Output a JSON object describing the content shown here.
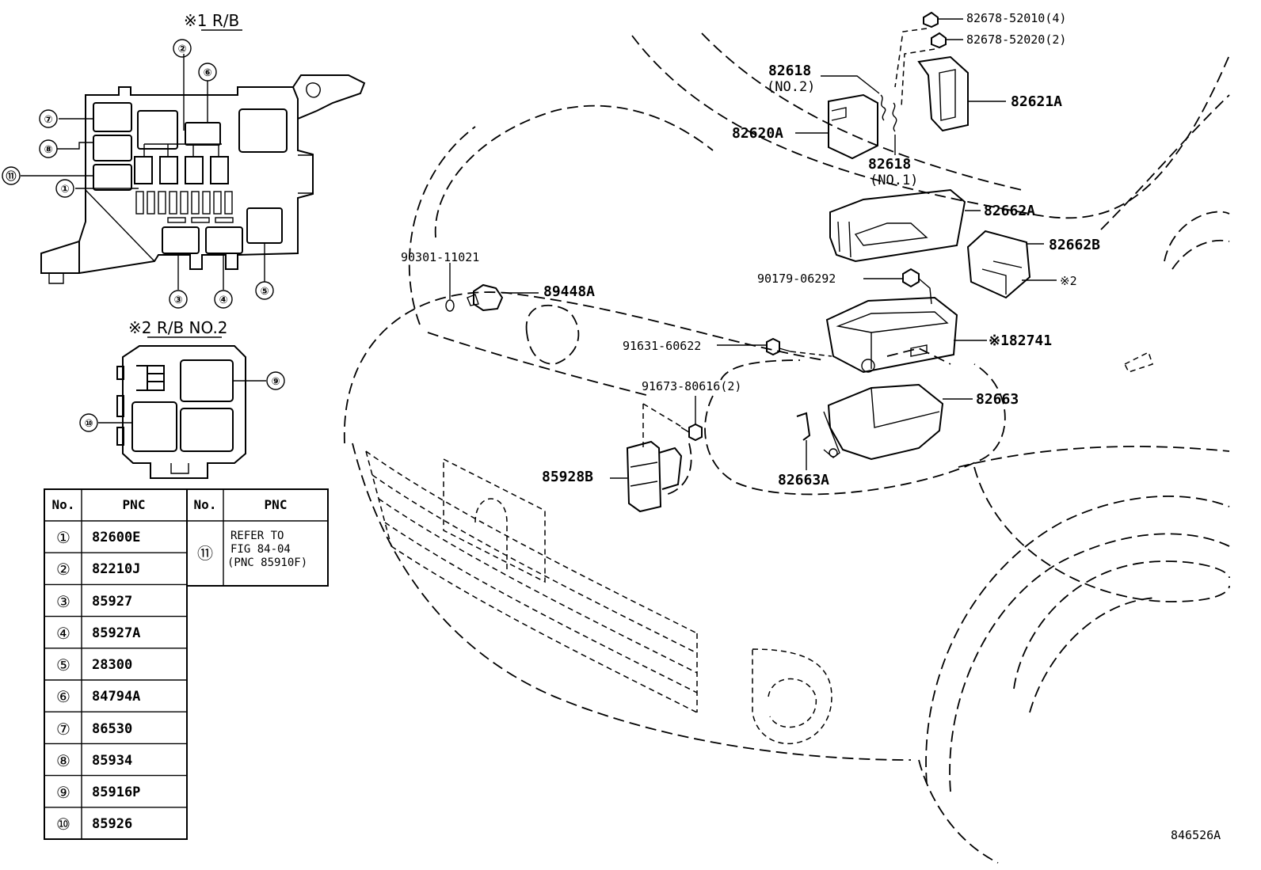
{
  "fig_code": "846526A",
  "headers": {
    "rb": "※1 R/B",
    "rb_no2": "※2 R/B NO.2"
  },
  "callouts": [
    "①",
    "②",
    "③",
    "④",
    "⑤",
    "⑥",
    "⑦",
    "⑧",
    "⑨",
    "⑩",
    "⑪"
  ],
  "parts": {
    "p1": "82678-52010(4)",
    "p2": "82678-52020(2)",
    "p3": "82618",
    "p3_sub": "(NO.2)",
    "p4": "82621A",
    "p5": "82620A",
    "p6": "82618",
    "p6_sub": "(NO.1)",
    "p7": "82662A",
    "p8": "82662B",
    "p9": "90301-11021",
    "p10": "89448A",
    "p11": "90179-06292",
    "p12": "※2",
    "p13": "91631-60622",
    "p14": "※182741",
    "p15": "91673-80616(2)",
    "p16": "82663",
    "p17": "85928B",
    "p18": "82663A"
  },
  "table": {
    "col_no": "No.",
    "col_pnc": "PNC",
    "rows": [
      {
        "no": "①",
        "pnc": "82600E"
      },
      {
        "no": "②",
        "pnc": "82210J"
      },
      {
        "no": "③",
        "pnc": "85927"
      },
      {
        "no": "④",
        "pnc": "85927A"
      },
      {
        "no": "⑤",
        "pnc": "28300"
      },
      {
        "no": "⑥",
        "pnc": "84794A"
      },
      {
        "no": "⑦",
        "pnc": "86530"
      },
      {
        "no": "⑧",
        "pnc": "85934"
      },
      {
        "no": "⑨",
        "pnc": "85916P"
      },
      {
        "no": "⑩",
        "pnc": "85926"
      }
    ],
    "ref": {
      "no": "⑪",
      "line1": "REFER TO",
      "line2": "FIG 84-04",
      "line3": "(PNC 85910F)"
    }
  }
}
